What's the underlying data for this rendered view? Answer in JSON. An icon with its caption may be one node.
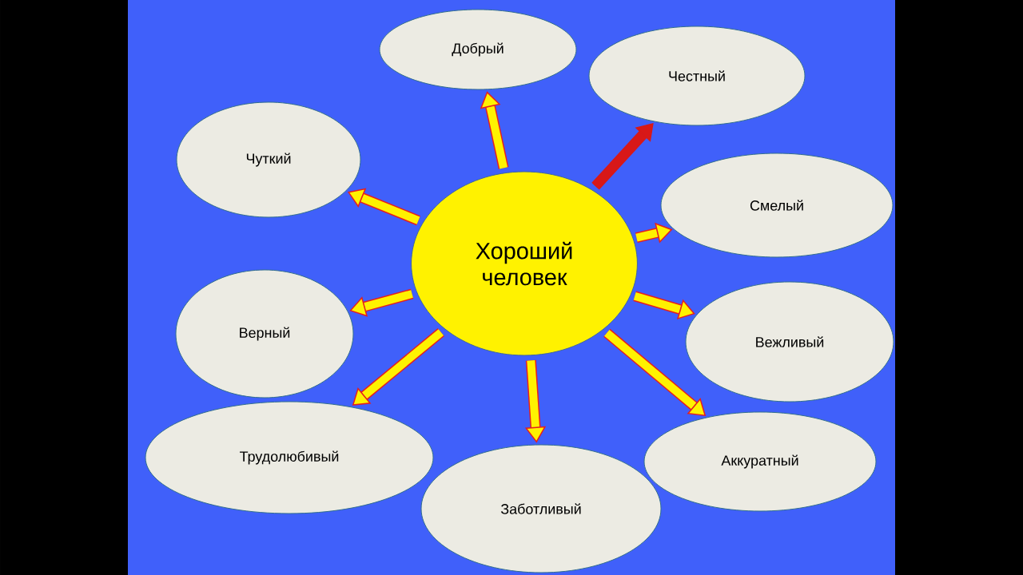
{
  "diagram": {
    "nodes": [
      {
        "text": [
          "Хороший человек"
        ]
      },
      {
        "text": [
          "Добрый"
        ]
      },
      {
        "text": [
          "Честный"
        ]
      },
      {
        "text": [
          "Чуткий"
        ]
      },
      {
        "text": [
          "Смелый"
        ]
      },
      {
        "text": [
          "Верный"
        ]
      },
      {
        "text": [
          "Вежливый"
        ]
      },
      {
        "text": [
          "Трудолюбивый"
        ]
      },
      {
        "text": [
          "Заботливый"
        ]
      },
      {
        "text": [
          "Аккуратный"
        ]
      }
    ],
    "edges": [
      {
        "from": 0,
        "to": 1,
        "arrow": "to"
      },
      {
        "from": 0,
        "to": 2,
        "arrow": "to",
        "color": "#d81818"
      },
      {
        "from": 0,
        "to": 3,
        "arrow": "to"
      },
      {
        "from": 0,
        "to": 4,
        "arrow": "to"
      },
      {
        "from": 0,
        "to": 5,
        "arrow": "to"
      },
      {
        "from": 0,
        "to": 6,
        "arrow": "to"
      },
      {
        "from": 0,
        "to": 7,
        "arrow": "to"
      },
      {
        "from": 0,
        "to": 8,
        "arrow": "to"
      },
      {
        "from": 0,
        "to": 9,
        "arrow": "to"
      }
    ]
  }
}
